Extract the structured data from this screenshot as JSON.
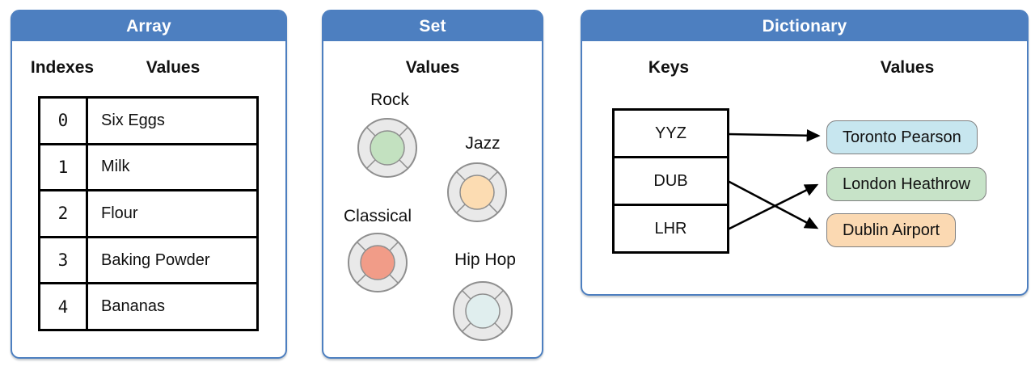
{
  "colors": {
    "accent_blue": "#4d7fc0",
    "disc_ring": "#e9e9e9",
    "disc_stroke": "#8f8f8f",
    "table_border": "#000000"
  },
  "array_panel": {
    "title": "Array",
    "indexes_header": "Indexes",
    "values_header": "Values",
    "rows": [
      {
        "index": "0",
        "value": "Six Eggs"
      },
      {
        "index": "1",
        "value": "Milk"
      },
      {
        "index": "2",
        "value": "Flour"
      },
      {
        "index": "3",
        "value": "Baking Powder"
      },
      {
        "index": "4",
        "value": "Bananas"
      }
    ]
  },
  "set_panel": {
    "title": "Set",
    "values_header": "Values",
    "items": [
      {
        "label": "Rock",
        "color": "#c3e1c0"
      },
      {
        "label": "Jazz",
        "color": "#fcdcb2"
      },
      {
        "label": "Classical",
        "color": "#f19c88"
      },
      {
        "label": "Hip Hop",
        "color": "#e0eeee"
      }
    ]
  },
  "dictionary_panel": {
    "title": "Dictionary",
    "keys_header": "Keys",
    "values_header": "Values",
    "keys": [
      "YYZ",
      "DUB",
      "LHR"
    ],
    "values": [
      {
        "label": "Toronto Pearson",
        "color": "#c7e6ef"
      },
      {
        "label": "London Heathrow",
        "color": "#c7e3c8"
      },
      {
        "label": "Dublin Airport",
        "color": "#fbd9b2"
      }
    ]
  }
}
